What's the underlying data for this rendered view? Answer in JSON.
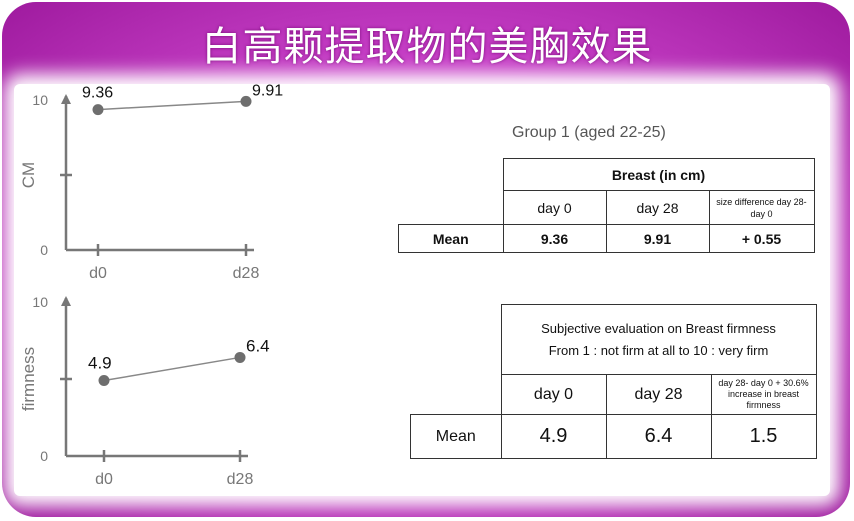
{
  "title": "白高颗提取物的美胸效果",
  "chart_data": [
    {
      "type": "line",
      "x": [
        "d0",
        "d28"
      ],
      "values": [
        9.36,
        9.91
      ],
      "data_labels": [
        "9.36",
        "9.91"
      ],
      "ylabel": "CM",
      "ylim": [
        0,
        10
      ],
      "y_tick_labels": [
        "0",
        "10"
      ],
      "grid": false
    },
    {
      "type": "line",
      "x": [
        "d0",
        "d28"
      ],
      "values": [
        4.9,
        6.4
      ],
      "data_labels": [
        "4.9",
        "6.4"
      ],
      "ylabel": "firmness",
      "ylim": [
        0,
        10
      ],
      "y_tick_labels": [
        "0",
        "10"
      ],
      "grid": false
    }
  ],
  "table1": {
    "caption": "Group 1 (aged 22-25)",
    "header": "Breast (in cm)",
    "columns": [
      "day 0",
      "day 28",
      "size difference day 28- day 0"
    ],
    "row_label": "Mean",
    "values": [
      "9.36",
      "9.91",
      "+  0.55"
    ]
  },
  "table2": {
    "header_line1": "Subjective evaluation on Breast firmness",
    "header_line2": "From 1 : not firm at all to 10 : very firm",
    "columns": [
      "day 0",
      "day 28",
      "day 28- day 0 + 30.6% increase in breast firmness"
    ],
    "row_label": "Mean",
    "values": [
      "4.9",
      "6.4",
      "1.5"
    ]
  }
}
